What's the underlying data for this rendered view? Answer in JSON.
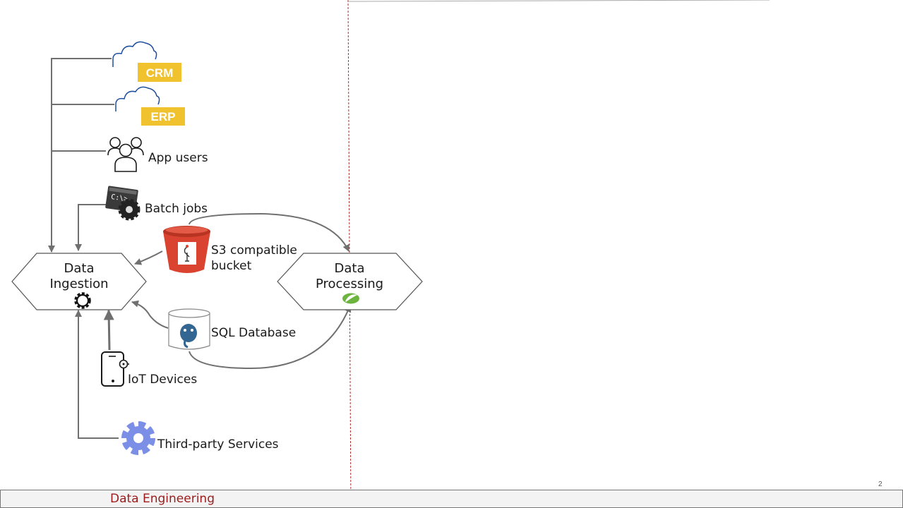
{
  "diagram": {
    "sources": {
      "crm": "CRM",
      "erp": "ERP",
      "app_users": "App users",
      "batch_jobs": "Batch jobs",
      "s3_line1": "S3 compatible",
      "s3_line2": "bucket",
      "sql_db": "SQL Database",
      "iot": "IoT Devices",
      "third_party": "Third-party Services"
    },
    "nodes": {
      "ingestion_line1": "Data",
      "ingestion_line2": "Ingestion",
      "processing_line1": "Data",
      "processing_line2": "Processing"
    },
    "cmd_prompt": "C:\\>_"
  },
  "footer": {
    "title": "Data Engineering",
    "page_number": "2"
  },
  "colors": {
    "tag_yellow": "#f0c22e",
    "cloud_blue": "#1f4e9c",
    "arrow_gray": "#707070",
    "bucket_red": "#d9432f",
    "gear_blue": "#7b8fe6",
    "divider_red": "#b03030",
    "footer_text": "#9b1c1c"
  }
}
